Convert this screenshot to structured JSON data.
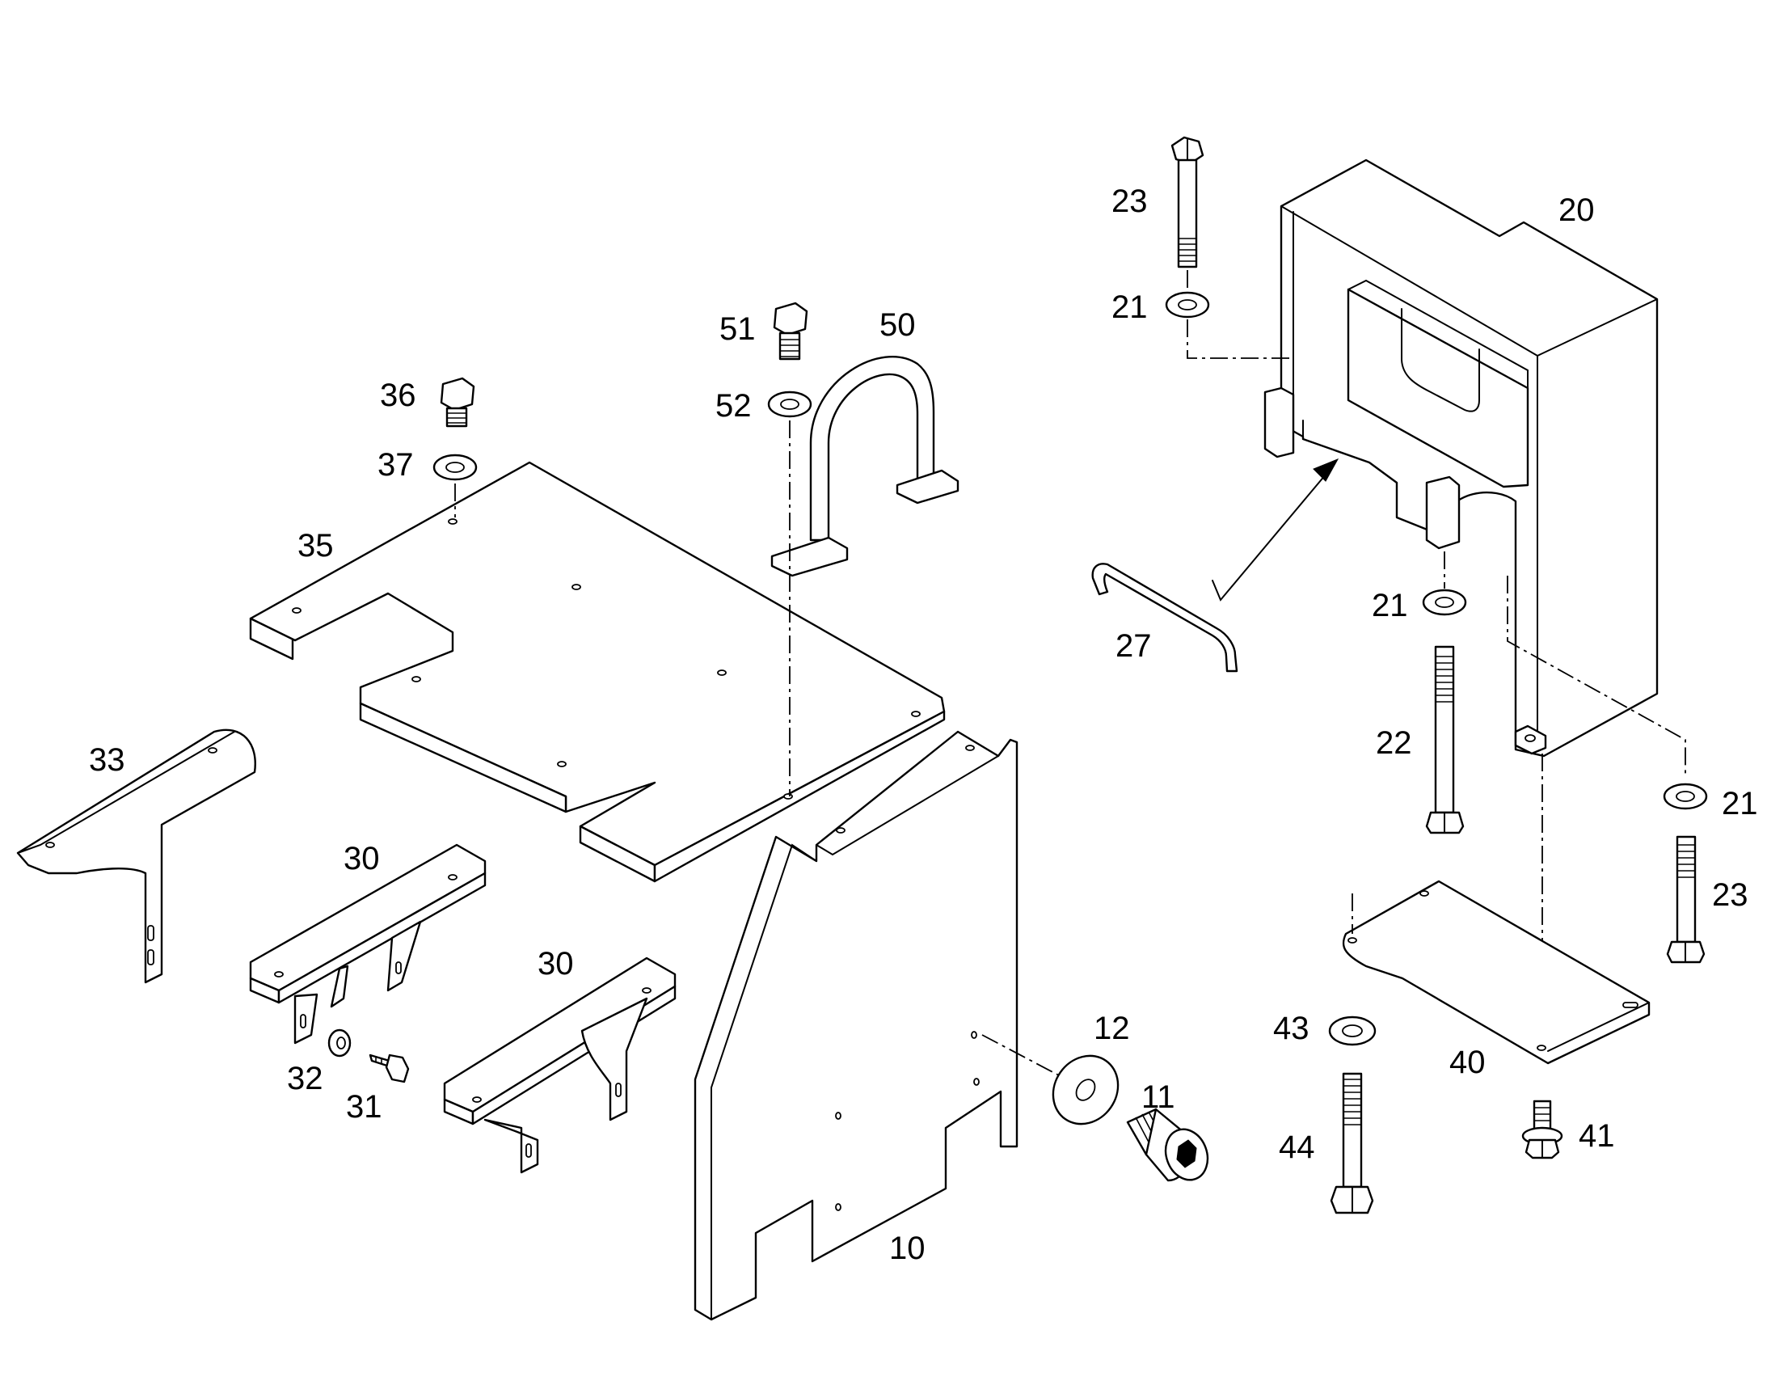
{
  "diagram": {
    "labels": {
      "p10": "10",
      "p11": "11",
      "p12": "12",
      "p20": "20",
      "p21a": "21",
      "p21b": "21",
      "p21c": "21",
      "p22": "22",
      "p23a": "23",
      "p23b": "23",
      "p27": "27",
      "p30a": "30",
      "p30b": "30",
      "p31": "31",
      "p32": "32",
      "p33": "33",
      "p35": "35",
      "p36": "36",
      "p37": "37",
      "p40": "40",
      "p41": "41",
      "p43": "43",
      "p44": "44",
      "p50": "50",
      "p51": "51",
      "p52": "52"
    },
    "colors": {
      "line": "#000000",
      "background": "#ffffff"
    }
  }
}
